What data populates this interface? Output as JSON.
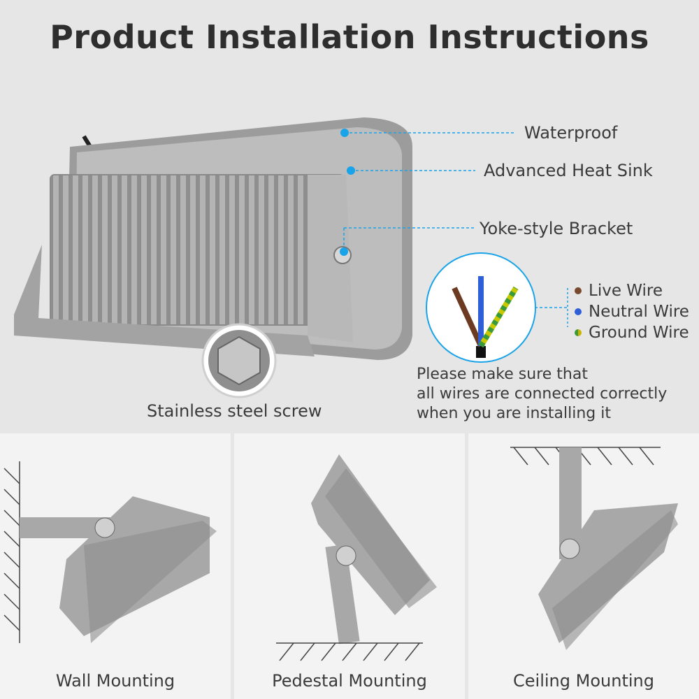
{
  "title": "Product Installation Instructions",
  "callouts": {
    "waterproof": "Waterproof",
    "heat_sink": "Advanced Heat Sink",
    "bracket": "Yoke-style Bracket",
    "screw": "Stainless steel screw"
  },
  "wires": {
    "items": [
      {
        "label": "Live Wire",
        "color": "#7a4a2e"
      },
      {
        "label": "Neutral Wire",
        "color": "#2f5fd8"
      },
      {
        "label": "Ground Wire",
        "color": "#c8b400"
      }
    ],
    "note": [
      "Please make sure that",
      "all wires are connected correctly",
      "when you are installing it"
    ]
  },
  "mounting": [
    {
      "caption": "Wall Mounting"
    },
    {
      "caption": "Pedestal Mounting"
    },
    {
      "caption": "Ceiling Mounting"
    }
  ],
  "colors": {
    "accent": "#19a3e8",
    "housing": "#a8a8a8",
    "panel_bg": "#f3f3f3"
  }
}
